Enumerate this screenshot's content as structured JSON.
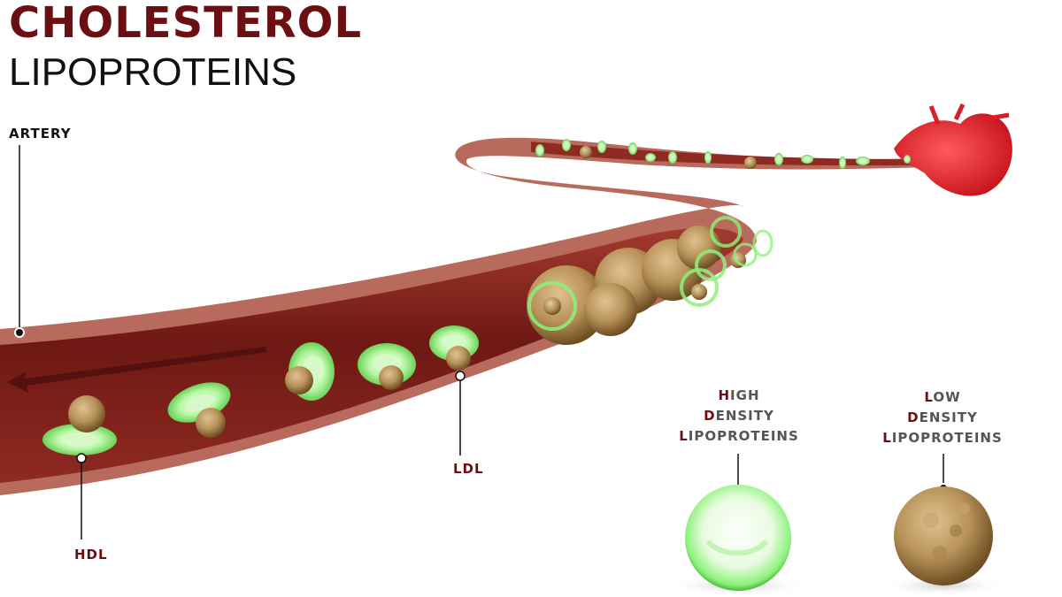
{
  "title": {
    "main": "CHOLESTEROL",
    "sub": "LIPOPROTEINS"
  },
  "labels": {
    "artery": "ARTERY",
    "ldl": "LDL",
    "hdl": "HDL"
  },
  "legend": {
    "hdl": {
      "lines": [
        {
          "initial": "H",
          "rest": "IGH"
        },
        {
          "initial": "D",
          "rest": "ENSITY"
        },
        {
          "initial": "L",
          "rest": "IPOPROTEINS"
        }
      ]
    },
    "ldl": {
      "lines": [
        {
          "initial": "L",
          "rest": "OW"
        },
        {
          "initial": "D",
          "rest": "ENSITY"
        },
        {
          "initial": "L",
          "rest": "IPOPROTEINS"
        }
      ]
    }
  },
  "colors": {
    "title_red": "#6b0f12",
    "artery_wall": "#b5645a",
    "artery_inner": "#7a1c18",
    "hdl_green": "#8cf27a",
    "ldl_tan": "#b8935a",
    "heart_red": "#e8242c"
  },
  "icons": {
    "heart": "heart-icon",
    "flow_arrow": "arrow-left-icon"
  }
}
